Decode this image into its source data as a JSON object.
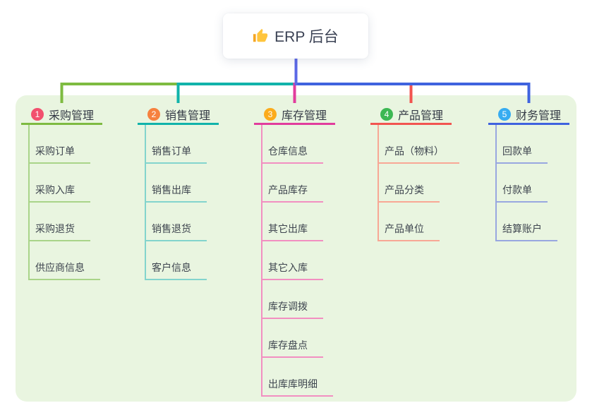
{
  "root": {
    "title": "ERP 后台",
    "icon": "thumbs-up-icon",
    "icon_color": "#FFC53D",
    "icon_cuff_color": "#F5A623",
    "trunk_color": "#5B68E6"
  },
  "panel": {
    "bg_color": "#E9F5E0"
  },
  "branches": [
    {
      "badge": "1",
      "badge_color": "#F2506E",
      "title": "采购管理",
      "line_color": "#7EBB41",
      "child_line_color": "#A9D489",
      "children": [
        "采购订单",
        "采购入库",
        "采购退货",
        "供应商信息"
      ]
    },
    {
      "badge": "2",
      "badge_color": "#F6813E",
      "title": "销售管理",
      "line_color": "#11B3AA",
      "child_line_color": "#83D4CD",
      "children": [
        "销售订单",
        "销售出库",
        "销售退货",
        "客户信息"
      ]
    },
    {
      "badge": "3",
      "badge_color": "#FBAB1C",
      "title": "库存管理",
      "line_color": "#E13C9D",
      "child_line_color": "#F28FC1",
      "children": [
        "仓库信息",
        "产品库存",
        "其它出库",
        "其它入库",
        "库存调拨",
        "库存盘点",
        "出库库明细"
      ]
    },
    {
      "badge": "4",
      "badge_color": "#3DB853",
      "title": "产品管理",
      "line_color": "#F25450",
      "child_line_color": "#F8A795",
      "children": [
        "产品（物料）",
        "产品分类",
        "产品单位"
      ]
    },
    {
      "badge": "5",
      "badge_color": "#37ACF1",
      "title": "财务管理",
      "line_color": "#3F63DF",
      "child_line_color": "#98A7E0",
      "children": [
        "回款单",
        "付款单",
        "结算账户"
      ]
    }
  ]
}
